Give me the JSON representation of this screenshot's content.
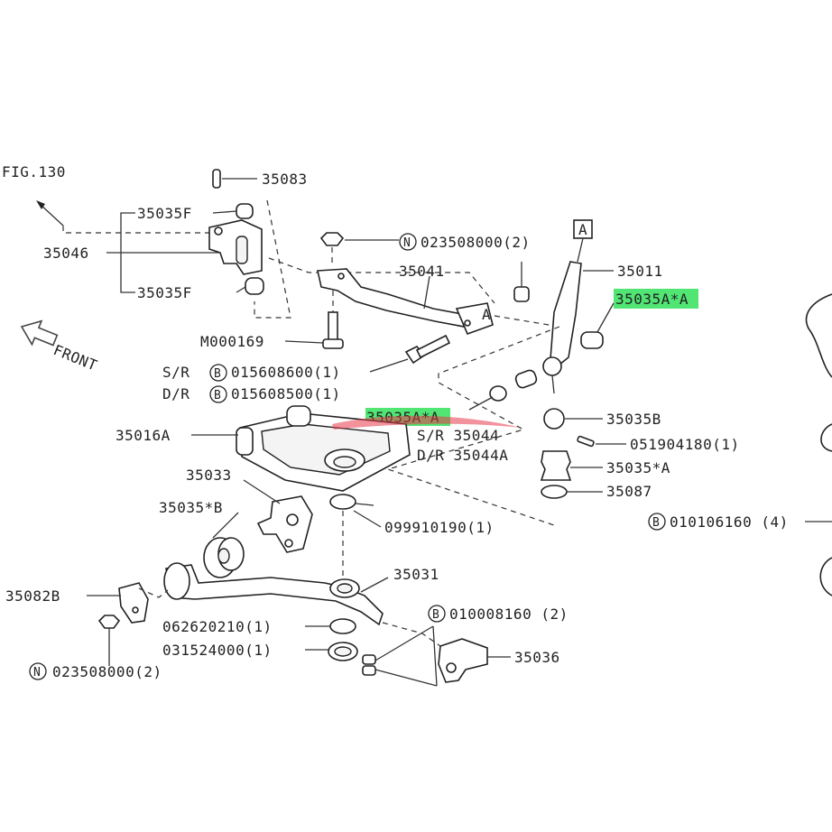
{
  "colors": {
    "highlight": "#33e05c",
    "ink": "#222222",
    "watermark": "#e8394a"
  },
  "labels": {
    "fig": "FIG.130",
    "front": "FRONT",
    "p35083": "35083",
    "p35035F_top": "35035F",
    "p35046": "35046",
    "p35035F_bot": "35035F",
    "pN023508000_top_code": "N",
    "pN023508000_top": "023508000(2)",
    "p35041": "35041",
    "pA_box": "A",
    "p35011": "35011",
    "p35035A_A_top": "35035A*A",
    "pM000169": "M000169",
    "sr1_prefix": "S/R",
    "sr1_code": "B",
    "sr1": "015608600(1)",
    "dr1_prefix": "D/R",
    "dr1_code": "B",
    "dr1": "015608500(1)",
    "p35016A": "35016A",
    "p35035A_A_mid": "35035A*A",
    "sr2": "S/R 35044",
    "dr2": "D/R 35044A",
    "p35035B": "35035B",
    "p051904180": "051904180(1)",
    "p35035_A": "35035*A",
    "p35087": "35087",
    "p35033": "35033",
    "p35035_B": "35035*B",
    "p099910190": "099910190(1)",
    "pB010106160_code": "B",
    "pB010106160": "010106160 (4)",
    "p35031": "35031",
    "p35082B": "35082B",
    "pB010008160_code": "B",
    "pB010008160": "010008160 (2)",
    "p062620210": "062620210(1)",
    "p031524000": "031524000(1)",
    "p35036": "35036",
    "pN023508000_bot_code": "N",
    "pN023508000_bot": "023508000(2)"
  }
}
